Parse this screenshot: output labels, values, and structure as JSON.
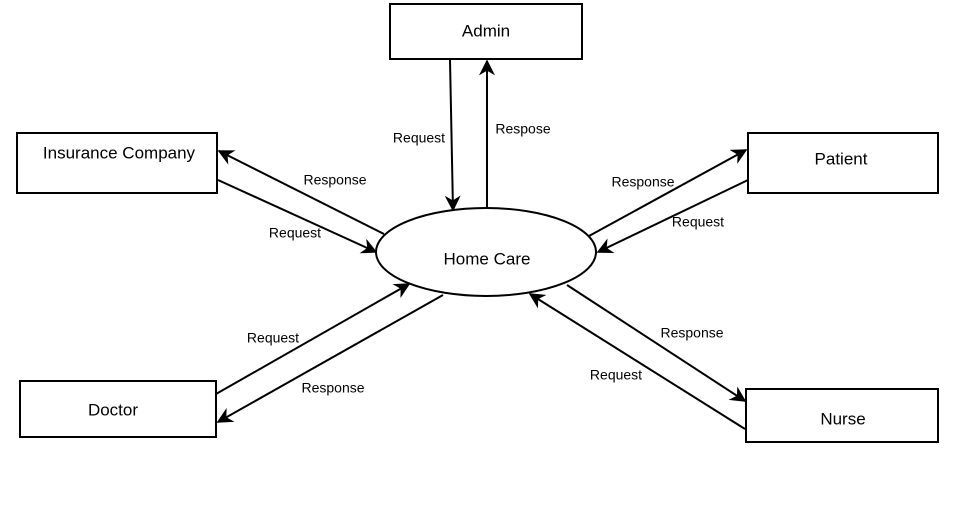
{
  "diagram": {
    "center": {
      "label": "Home Care"
    },
    "nodes": {
      "admin": "Admin",
      "insurance": "Insurance Company",
      "patient": "Patient",
      "doctor": "Doctor",
      "nurse": "Nurse"
    },
    "edges": {
      "admin_request": "Request",
      "admin_response": "Respose",
      "insurance_response": "Response",
      "insurance_request": "Request",
      "patient_response": "Response",
      "patient_request": "Request",
      "doctor_request": "Request",
      "doctor_response": "Response",
      "nurse_response": "Response",
      "nurse_request": "Request"
    }
  }
}
